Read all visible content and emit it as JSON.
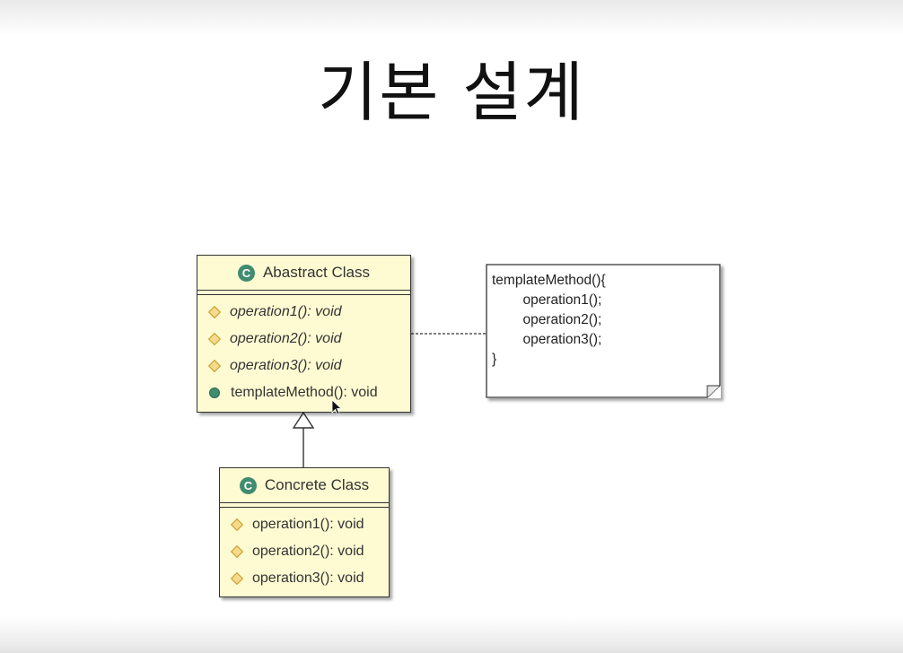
{
  "title": "기본 설계",
  "abstract_class": {
    "name": "Abastract Class",
    "icon": "class-icon",
    "icon_letter": "C",
    "methods": [
      {
        "visibility": "protected",
        "text": "operation1(): void",
        "italic": true
      },
      {
        "visibility": "protected",
        "text": "operation2(): void",
        "italic": true
      },
      {
        "visibility": "protected",
        "text": "operation3(): void",
        "italic": true
      },
      {
        "visibility": "public",
        "text": "templateMethod(): void",
        "italic": false
      }
    ]
  },
  "concrete_class": {
    "name": "Concrete Class",
    "icon": "class-icon",
    "icon_letter": "C",
    "methods": [
      {
        "visibility": "protected",
        "text": "operation1(): void",
        "italic": false
      },
      {
        "visibility": "protected",
        "text": "operation2(): void",
        "italic": false
      },
      {
        "visibility": "protected",
        "text": "operation3(): void",
        "italic": false
      }
    ]
  },
  "note": {
    "lines": [
      "templateMethod(){",
      "        operation1();",
      "        operation2();",
      "        operation3();",
      "}"
    ]
  },
  "relationships": [
    {
      "type": "generalization",
      "from": "Concrete Class",
      "to": "Abastract Class"
    },
    {
      "type": "note-attachment",
      "from": "Abastract Class",
      "to": "note"
    }
  ],
  "colors": {
    "class_fill": "#fefbd2",
    "class_icon": "#3f8c6f",
    "protected_marker": "#f6d98a",
    "public_marker": "#3f8c6f"
  }
}
